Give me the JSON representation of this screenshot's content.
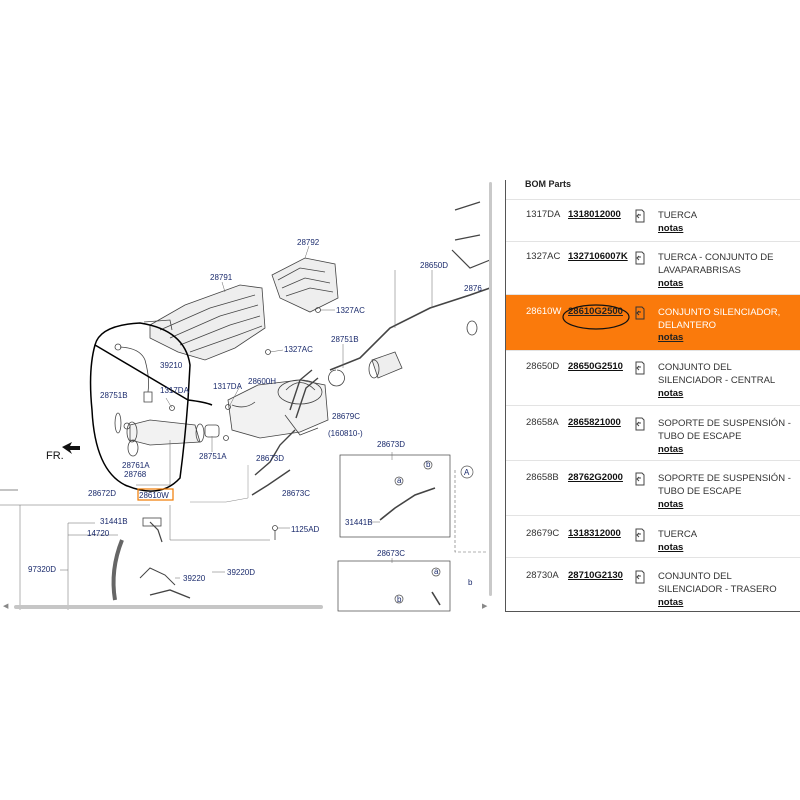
{
  "diagram": {
    "fr_label": "FR.",
    "callouts": [
      {
        "id": "c-28792",
        "text": "28792"
      },
      {
        "id": "c-28791",
        "text": "28791"
      },
      {
        "id": "c-28650D",
        "text": "28650D"
      },
      {
        "id": "c-2876",
        "text": "2876"
      },
      {
        "id": "c-1327AC-1",
        "text": "1327AC"
      },
      {
        "id": "c-1327AC-2",
        "text": "1327AC"
      },
      {
        "id": "c-28751B-1",
        "text": "28751B"
      },
      {
        "id": "c-39210",
        "text": "39210"
      },
      {
        "id": "c-1317DA",
        "text": "1317DA"
      },
      {
        "id": "c-1317DA-2",
        "text": "1317DA"
      },
      {
        "id": "c-28600H",
        "text": "28600H"
      },
      {
        "id": "c-28751B-2",
        "text": "28751B"
      },
      {
        "id": "c-28679C",
        "text": "28679C"
      },
      {
        "id": "c-160810",
        "text": "(160810-)"
      },
      {
        "id": "c-28761A",
        "text": "28761A"
      },
      {
        "id": "c-28768",
        "text": "28768"
      },
      {
        "id": "c-28751A",
        "text": "28751A"
      },
      {
        "id": "c-28673D-1",
        "text": "28673D"
      },
      {
        "id": "c-28673D-2",
        "text": "28673D"
      },
      {
        "id": "c-28673C-1",
        "text": "28673C"
      },
      {
        "id": "c-28673C-2",
        "text": "28673C"
      },
      {
        "id": "c-28672D",
        "text": "28672D"
      },
      {
        "id": "c-28610W",
        "text": "28610W"
      },
      {
        "id": "c-31441B-1",
        "text": "31441B"
      },
      {
        "id": "c-31441B-2",
        "text": "31441B"
      },
      {
        "id": "c-14720",
        "text": "14720"
      },
      {
        "id": "c-1125AD",
        "text": "1125AD"
      },
      {
        "id": "c-97320D",
        "text": "97320D"
      },
      {
        "id": "c-39220",
        "text": "39220"
      },
      {
        "id": "c-39220D",
        "text": "39220D"
      },
      {
        "id": "c-A",
        "text": "A"
      },
      {
        "id": "c-a1",
        "text": "a"
      },
      {
        "id": "c-b1",
        "text": "b"
      },
      {
        "id": "c-a2",
        "text": "a"
      },
      {
        "id": "c-b2",
        "text": "b"
      },
      {
        "id": "c-b3",
        "text": "b"
      }
    ]
  },
  "bom": {
    "title": "BOM Parts",
    "rows": [
      {
        "code": "1317DA",
        "part_number": "1318012000",
        "desc": "TUERCA",
        "notes": "notas",
        "selected": false
      },
      {
        "code": "1327AC",
        "part_number": "1327106007K",
        "desc": "TUERCA - CONJUNTO DE LAVAPARABRISAS",
        "notes": "notas",
        "selected": false
      },
      {
        "code": "28610W",
        "part_number": "28610G2500",
        "desc": "CONJUNTO SILENCIADOR, DELANTERO",
        "notes": "notas",
        "selected": true
      },
      {
        "code": "28650D",
        "part_number": "28650G2510",
        "desc": "CONJUNTO DEL SILENCIADOR - CENTRAL",
        "notes": "notas",
        "selected": false
      },
      {
        "code": "28658A",
        "part_number": "2865821000",
        "desc": "SOPORTE DE SUSPENSIÓN - TUBO DE ESCAPE",
        "notes": "notas",
        "selected": false
      },
      {
        "code": "28658B",
        "part_number": "28762G2000",
        "desc": "SOPORTE DE SUSPENSIÓN - TUBO DE ESCAPE",
        "notes": "notas",
        "selected": false
      },
      {
        "code": "28679C",
        "part_number": "1318312000",
        "desc": "TUERCA",
        "notes": "notas",
        "selected": false
      },
      {
        "code": "28730A",
        "part_number": "28710G2130",
        "desc": "CONJUNTO DEL SILENCIADOR - TRASERO",
        "notes": "notas",
        "selected": false
      }
    ]
  },
  "colors": {
    "highlight": "#fa7a0c",
    "callout_text": "#1a2a6c",
    "selection_box": "#f07a00"
  },
  "icons": [
    "notes-document-icon",
    "fr-arrow-icon",
    "scroll-left-icon",
    "scroll-right-icon"
  ]
}
